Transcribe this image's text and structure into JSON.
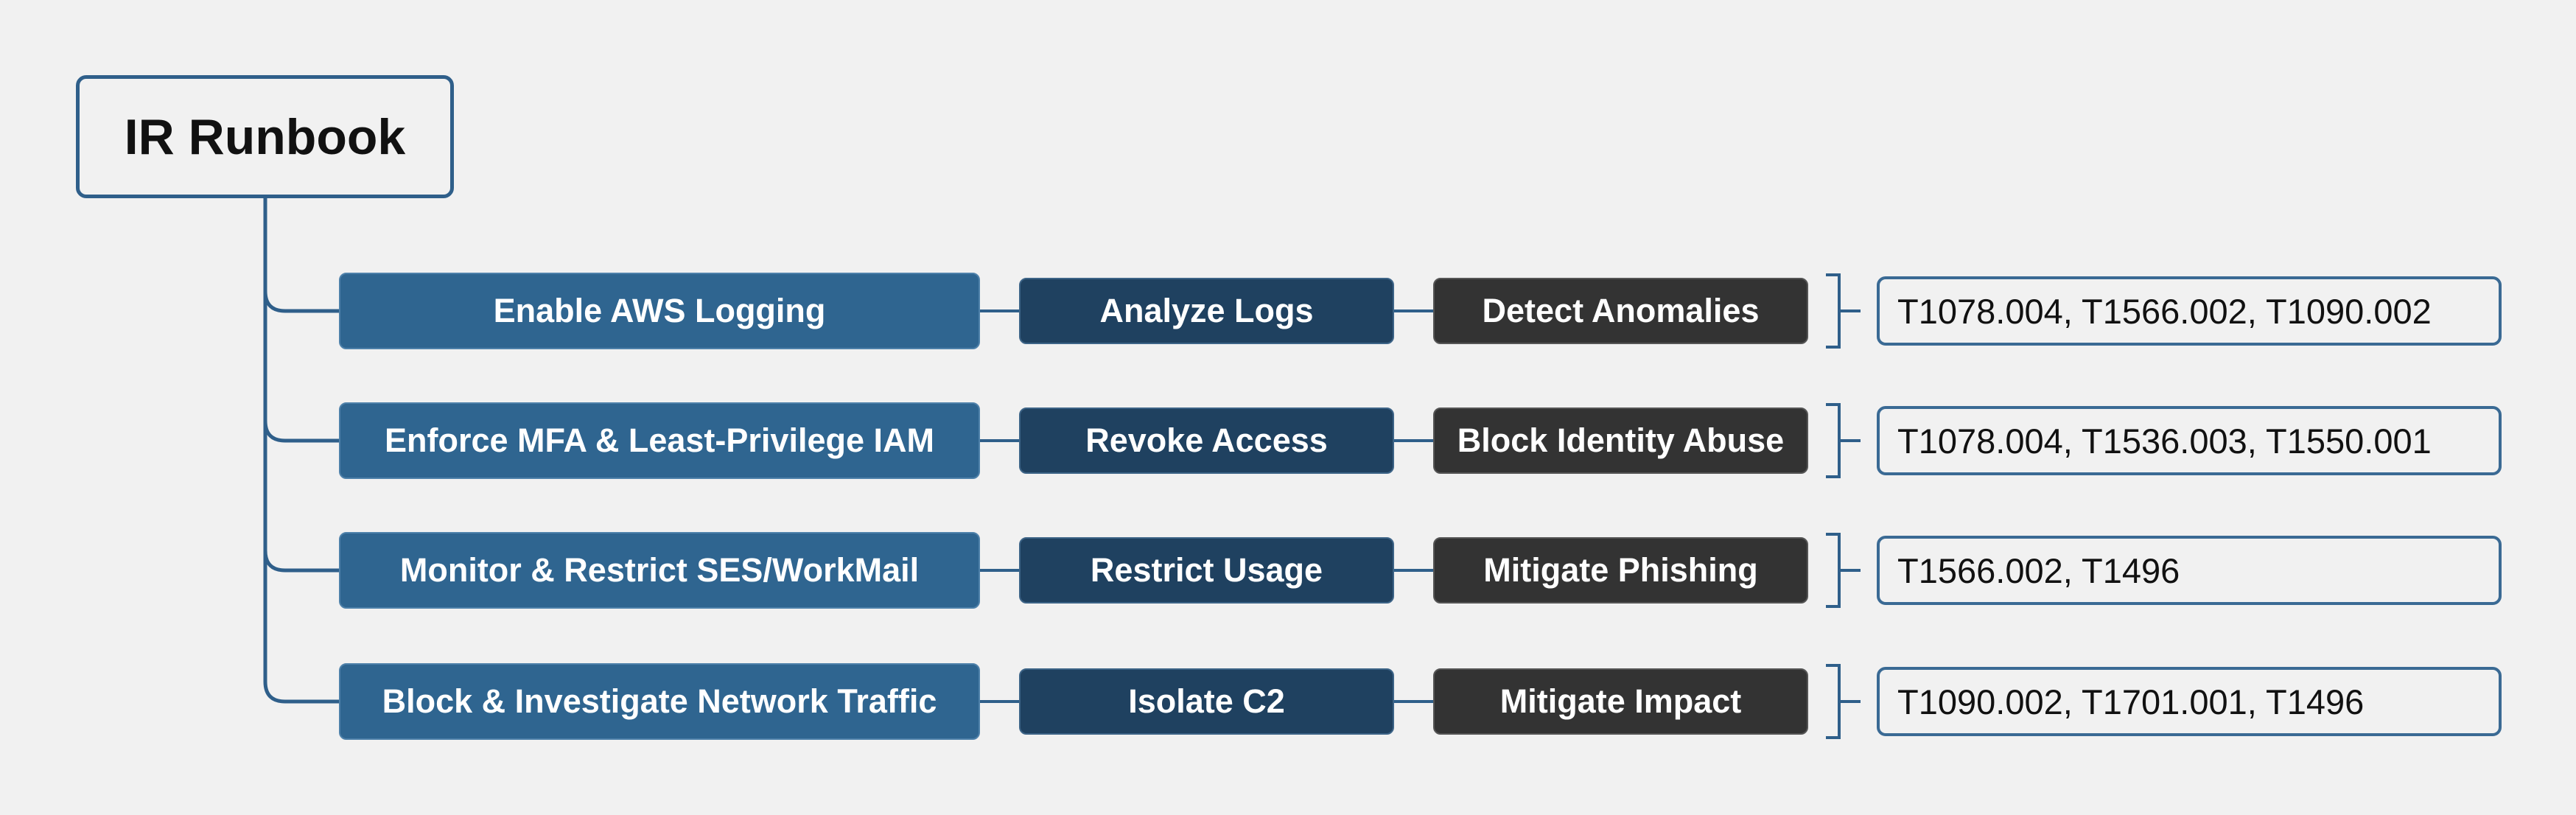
{
  "root": {
    "label": "IR Runbook"
  },
  "rows": [
    {
      "action": "Enable AWS Logging",
      "verb": "Analyze Logs",
      "goal": "Detect Anomalies",
      "techniques": "T1078.004, T1566.002, T1090.002"
    },
    {
      "action": "Enforce MFA & Least-Privilege IAM",
      "verb": "Revoke Access",
      "goal": "Block Identity Abuse",
      "techniques": "T1078.004, T1536.003, T1550.001"
    },
    {
      "action": "Monitor & Restrict SES/WorkMail",
      "verb": "Restrict Usage",
      "goal": "Mitigate Phishing",
      "techniques": "T1566.002, T1496"
    },
    {
      "action": "Block & Investigate Network Traffic",
      "verb": "Isolate C2",
      "goal": "Mitigate Impact",
      "techniques": "T1090.002, T1701.001, T1496"
    }
  ],
  "colors": {
    "background": "#f1f1f1",
    "connector": "#2f5f8a",
    "action_fill": "#2f6590",
    "verb_fill": "#1f4160",
    "goal_fill": "#333333"
  }
}
